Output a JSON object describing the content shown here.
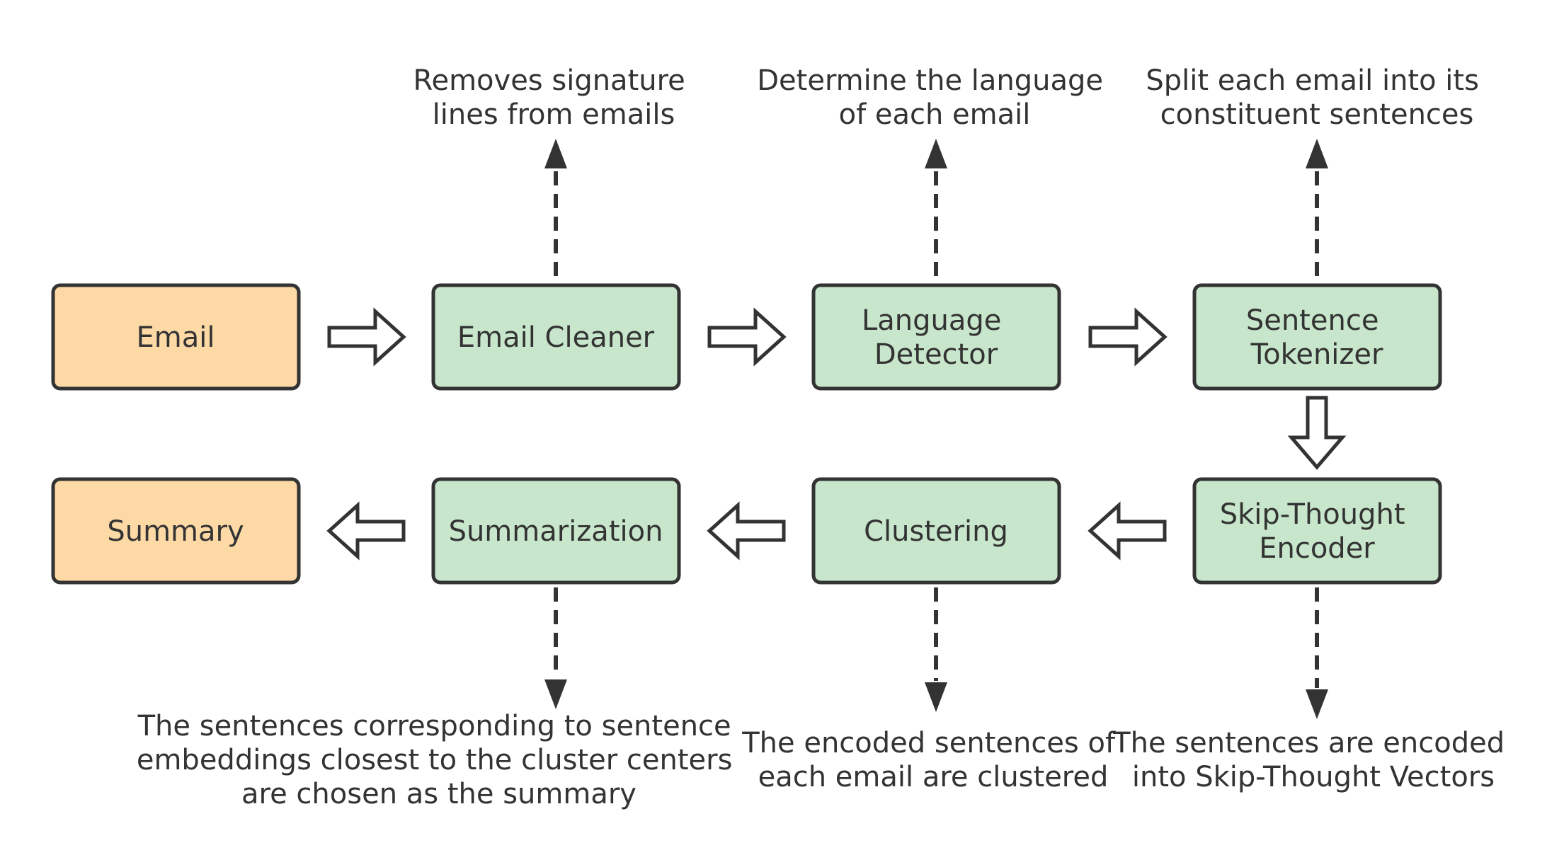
{
  "colors": {
    "endpoint_fill": "#fdd9a6",
    "process_fill": "#c7e6cb",
    "stroke": "#333333",
    "text": "#333333"
  },
  "boxes": {
    "email": {
      "lines": [
        "Email"
      ],
      "kind": "endpoint"
    },
    "email_cleaner": {
      "lines": [
        "Email Cleaner"
      ],
      "kind": "process"
    },
    "language_detector": {
      "lines": [
        "Language",
        "Detector"
      ],
      "kind": "process"
    },
    "sentence_tokenizer": {
      "lines": [
        "Sentence",
        "Tokenizer"
      ],
      "kind": "process"
    },
    "skip_thought_encoder": {
      "lines": [
        "Skip-Thought",
        "Encoder"
      ],
      "kind": "process"
    },
    "clustering": {
      "lines": [
        "Clustering"
      ],
      "kind": "process"
    },
    "summarization": {
      "lines": [
        "Summarization"
      ],
      "kind": "process"
    },
    "summary": {
      "lines": [
        "Summary"
      ],
      "kind": "endpoint"
    }
  },
  "notes": {
    "email_cleaner": [
      "Removes signature",
      "lines from emails"
    ],
    "language_detector": [
      "Determine the language",
      "of each email"
    ],
    "sentence_tokenizer": [
      "Split each email into its",
      "constituent sentences"
    ],
    "summarization": [
      "The sentences corresponding to sentence",
      "embeddings closest to the cluster centers",
      "are chosen as the summary"
    ],
    "clustering": [
      "The encoded sentences of",
      "each email are clustered"
    ],
    "skip_thought_encoder": [
      "The sentences are encoded",
      "into Skip-Thought Vectors"
    ]
  }
}
